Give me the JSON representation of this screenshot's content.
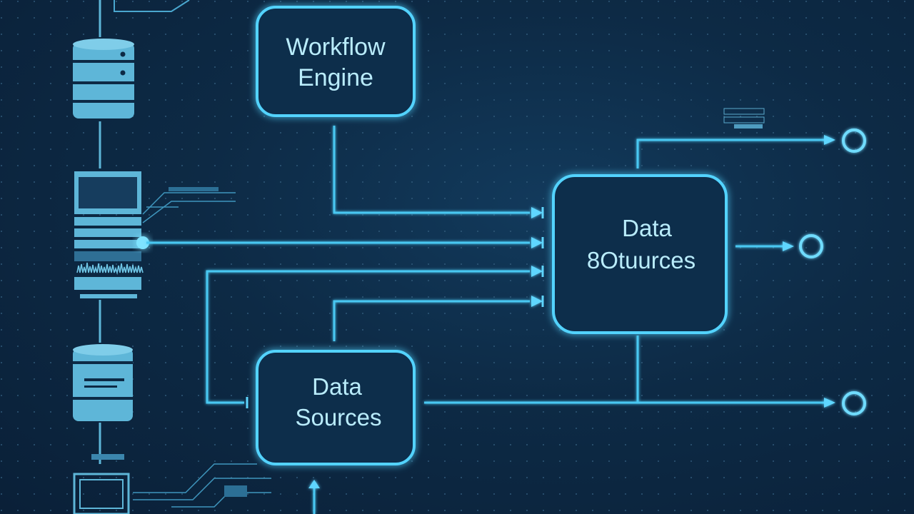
{
  "nodes": {
    "workflow_engine": {
      "line1": "Workflow",
      "line2": "Engine"
    },
    "data_outsources": {
      "line1": "Data",
      "line2": "8Otuurces"
    },
    "data_sources": {
      "line1": "Data",
      "line2": "Sources"
    }
  },
  "colors": {
    "background": "#0d2a45",
    "glow": "#38c8f5",
    "device_fill": "#5eb6d8",
    "text": "#b9ecfb"
  },
  "icons": [
    "database-icon",
    "server-rack-icon",
    "database-icon",
    "monitor-icon"
  ]
}
